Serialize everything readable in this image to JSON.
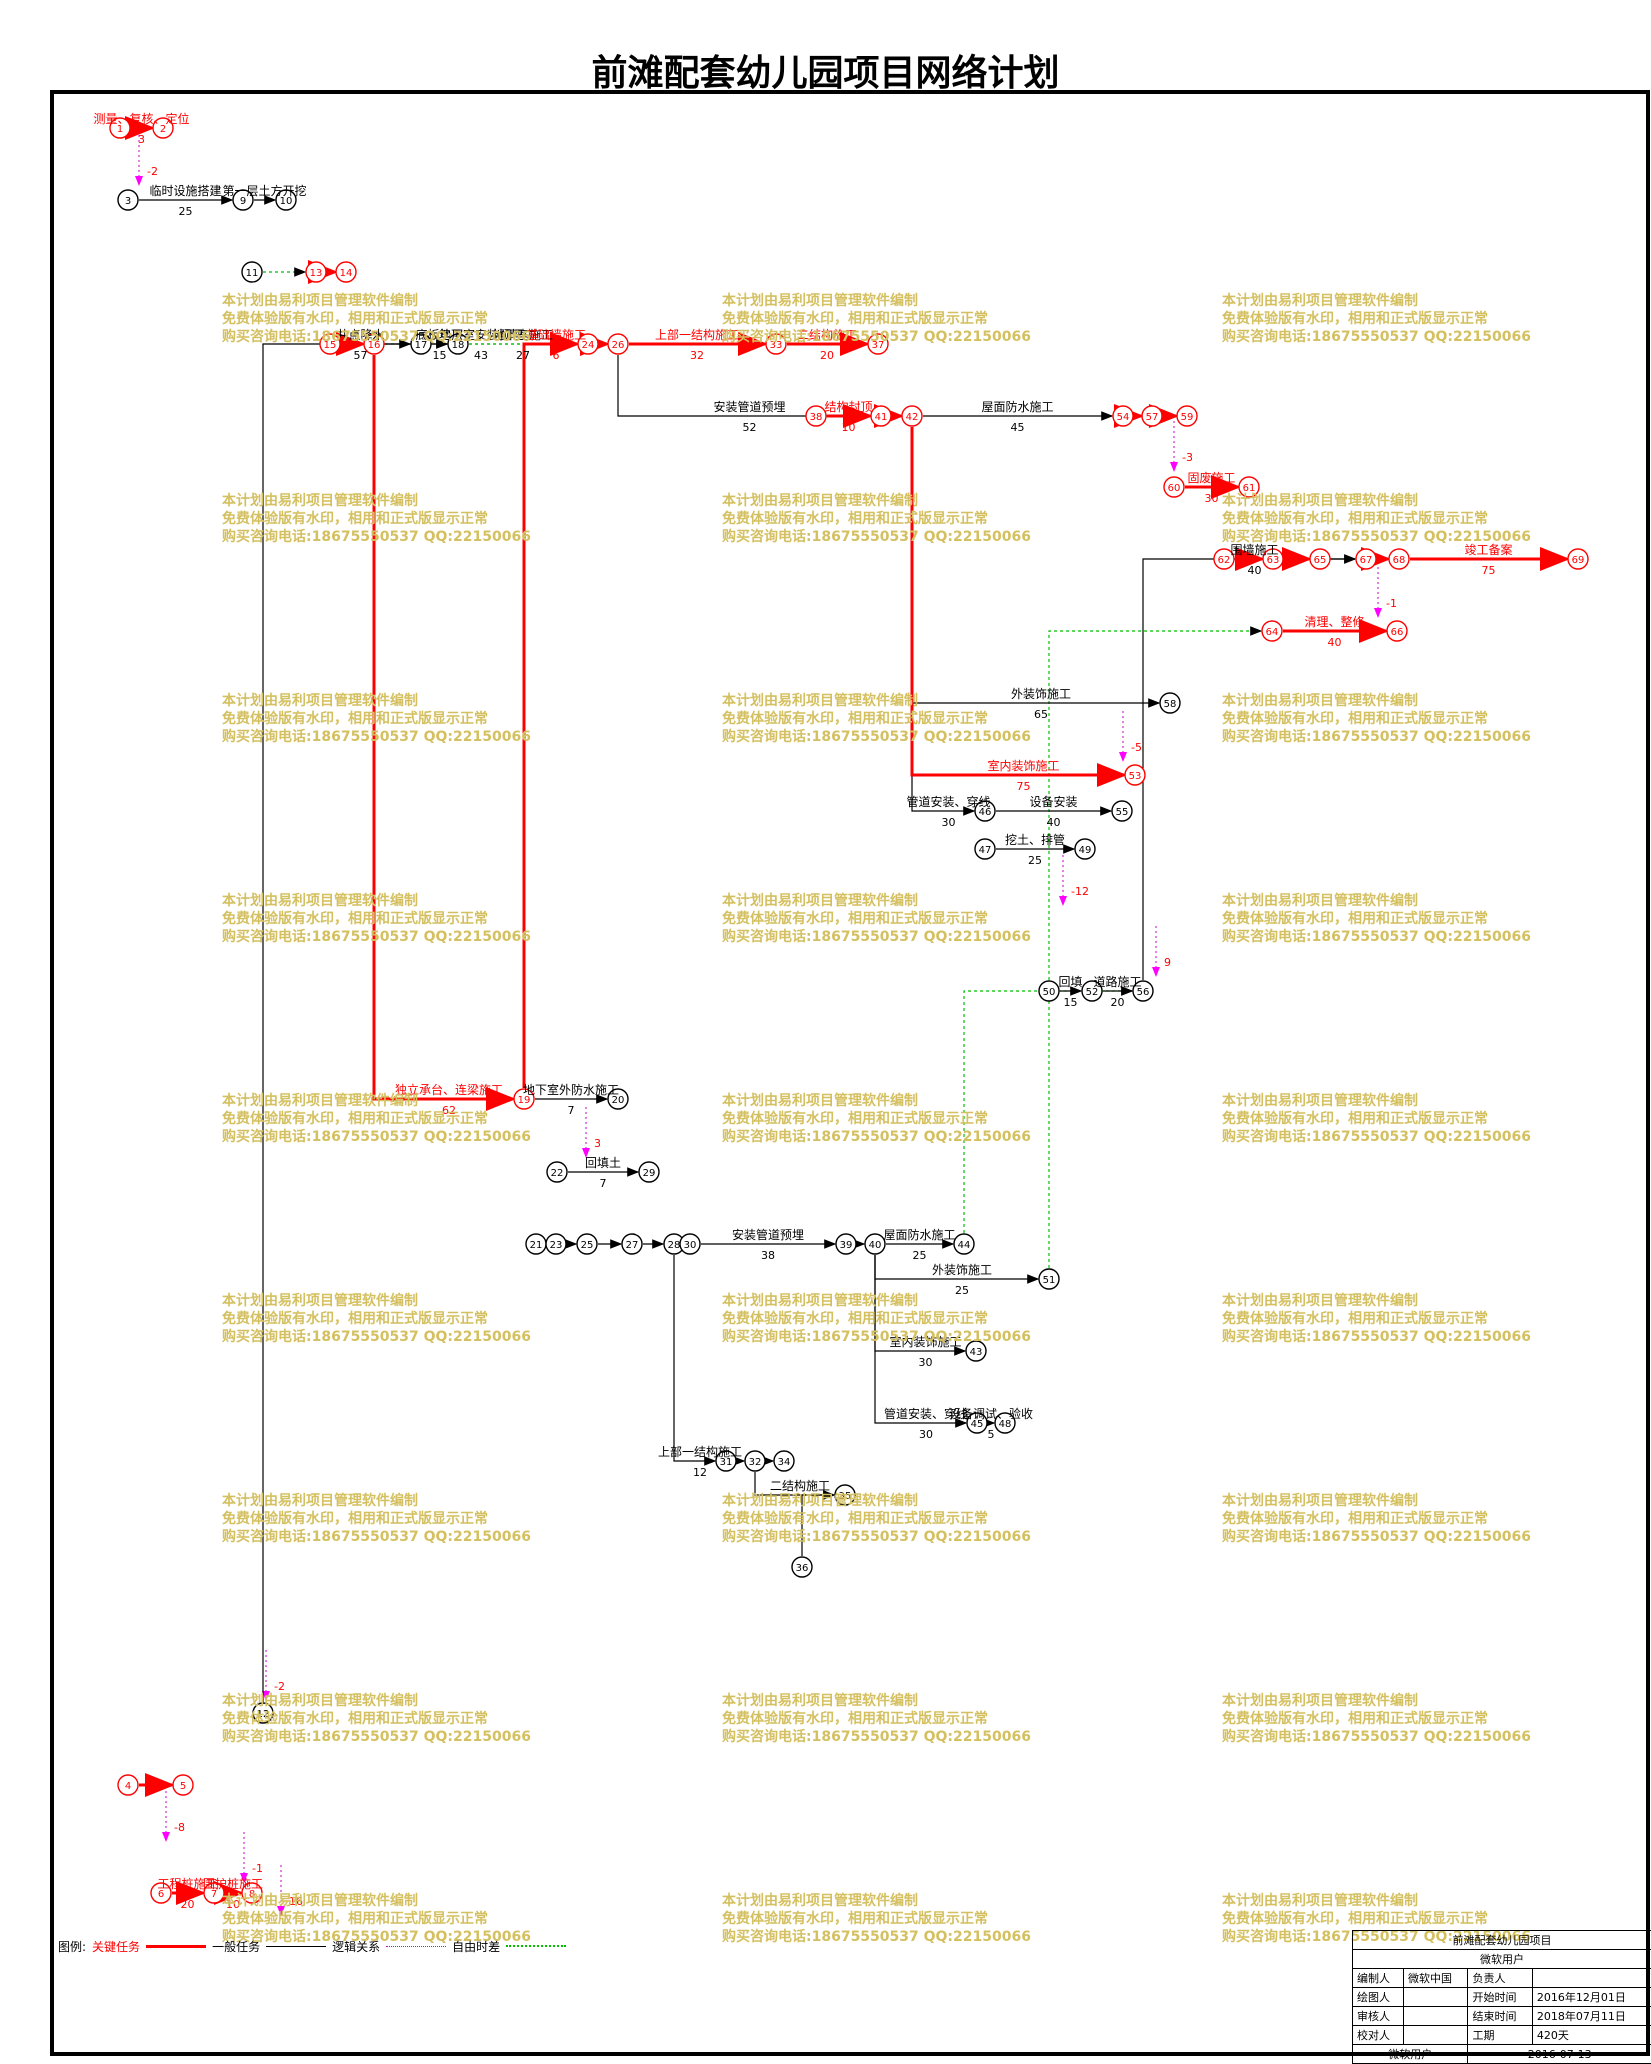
{
  "title": "前滩配套幼儿园项目网络计划",
  "watermark": [
    "本计划由易利项目管理软件编制",
    "免费体验版有水印，相用和正式版显示正常",
    "购买咨询电话:18675550537 QQ:22150066"
  ],
  "colors": {
    "critical": "#ff0000",
    "normal": "#000000",
    "logic": "#cc00cc",
    "float": "#00c000",
    "watermark": "#d4c060"
  },
  "nodes": [
    {
      "id": "1",
      "critical": true
    },
    {
      "id": "2",
      "critical": true
    },
    {
      "id": "3",
      "critical": false
    },
    {
      "id": "9",
      "critical": false
    },
    {
      "id": "10",
      "critical": false
    },
    {
      "id": "11",
      "critical": false
    },
    {
      "id": "13",
      "critical": true
    },
    {
      "id": "14",
      "critical": true
    },
    {
      "id": "15",
      "critical": true
    },
    {
      "id": "16",
      "critical": true
    },
    {
      "id": "17",
      "critical": false
    },
    {
      "id": "18",
      "critical": false
    },
    {
      "id": "24",
      "critical": true
    },
    {
      "id": "26",
      "critical": true
    },
    {
      "id": "33",
      "critical": true
    },
    {
      "id": "37",
      "critical": true
    },
    {
      "id": "38",
      "critical": true
    },
    {
      "id": "41",
      "critical": true
    },
    {
      "id": "42",
      "critical": true
    },
    {
      "id": "54",
      "critical": true
    },
    {
      "id": "57",
      "critical": true
    },
    {
      "id": "59",
      "critical": true
    },
    {
      "id": "60",
      "critical": true
    },
    {
      "id": "61",
      "critical": true
    },
    {
      "id": "62",
      "critical": true
    },
    {
      "id": "63",
      "critical": true
    },
    {
      "id": "65",
      "critical": true
    },
    {
      "id": "67",
      "critical": true
    },
    {
      "id": "68",
      "critical": true
    },
    {
      "id": "69",
      "critical": true
    },
    {
      "id": "64",
      "critical": true
    },
    {
      "id": "66",
      "critical": true
    },
    {
      "id": "58",
      "critical": false
    },
    {
      "id": "53",
      "critical": true
    },
    {
      "id": "46",
      "critical": false
    },
    {
      "id": "55",
      "critical": false
    },
    {
      "id": "47",
      "critical": false
    },
    {
      "id": "49",
      "critical": false
    },
    {
      "id": "50",
      "critical": false
    },
    {
      "id": "52",
      "critical": false
    },
    {
      "id": "56",
      "critical": false
    },
    {
      "id": "19",
      "critical": true
    },
    {
      "id": "20",
      "critical": false
    },
    {
      "id": "22",
      "critical": false
    },
    {
      "id": "29",
      "critical": false
    },
    {
      "id": "21",
      "critical": false
    },
    {
      "id": "23",
      "critical": false
    },
    {
      "id": "25",
      "critical": false
    },
    {
      "id": "27",
      "critical": false
    },
    {
      "id": "28",
      "critical": false
    },
    {
      "id": "30",
      "critical": false
    },
    {
      "id": "39",
      "critical": false
    },
    {
      "id": "40",
      "critical": false
    },
    {
      "id": "44",
      "critical": false
    },
    {
      "id": "51",
      "critical": false
    },
    {
      "id": "43",
      "critical": false
    },
    {
      "id": "45",
      "critical": false
    },
    {
      "id": "48",
      "critical": false
    },
    {
      "id": "31",
      "critical": false
    },
    {
      "id": "32",
      "critical": false
    },
    {
      "id": "34",
      "critical": false
    },
    {
      "id": "35",
      "critical": false
    },
    {
      "id": "36",
      "critical": false
    },
    {
      "id": "12",
      "critical": false
    },
    {
      "id": "4",
      "critical": true
    },
    {
      "id": "5",
      "critical": true
    },
    {
      "id": "6",
      "critical": true
    },
    {
      "id": "7",
      "critical": true
    },
    {
      "id": "8",
      "critical": true
    }
  ],
  "tasks": [
    {
      "name": "测量、复核、定位",
      "duration": "3",
      "critical": true
    },
    {
      "name": "临时设施搭建",
      "duration": "25",
      "critical": false
    },
    {
      "name": "第一层土方开挖",
      "duration": "",
      "critical": false
    },
    {
      "name": "地下室施工",
      "duration": "27",
      "critical": false
    },
    {
      "name": "底板垫层",
      "duration": "15",
      "critical": false
    },
    {
      "name": "上部一结构施工",
      "duration": "32",
      "critical": true
    },
    {
      "name": "二结构施工",
      "duration": "20",
      "critical": true
    },
    {
      "name": "结构封顶",
      "duration": "10",
      "critical": true
    },
    {
      "name": "屋面防水施工",
      "duration": "45",
      "critical": false
    },
    {
      "name": "固废施工",
      "duration": "30",
      "critical": true
    },
    {
      "name": "清理、整修",
      "duration": "40",
      "critical": true
    },
    {
      "name": "竣工备案",
      "duration": "75",
      "critical": true
    },
    {
      "name": "外装饰施工",
      "duration": "65",
      "critical": false
    },
    {
      "name": "室内装饰施工",
      "duration": "75",
      "critical": true
    },
    {
      "name": "管道安装、穿线",
      "duration": "30",
      "critical": false
    },
    {
      "name": "设备安装",
      "duration": "40",
      "critical": false
    },
    {
      "name": "挖土、排管",
      "duration": "25",
      "critical": false
    },
    {
      "name": "回填",
      "duration": "15",
      "critical": false
    },
    {
      "name": "道路施工",
      "duration": "20",
      "critical": false
    },
    {
      "name": "围墙施工",
      "duration": "40",
      "critical": false
    },
    {
      "name": "安装管道预埋",
      "duration": "52",
      "critical": false
    },
    {
      "name": "独立承台、连梁施工",
      "duration": "62",
      "critical": true
    },
    {
      "name": "地下室外防水施工",
      "duration": "7",
      "critical": false
    },
    {
      "name": "回填土",
      "duration": "7",
      "critical": false
    },
    {
      "name": "安装管道预埋",
      "duration": "38",
      "critical": false
    },
    {
      "name": "屋面防水施工",
      "duration": "25",
      "critical": false
    },
    {
      "name": "外装饰施工",
      "duration": "25",
      "critical": false
    },
    {
      "name": "室内装饰施工",
      "duration": "30",
      "critical": false
    },
    {
      "name": "管道安装、穿线",
      "duration": "30",
      "critical": false
    },
    {
      "name": "二结构施工",
      "duration": "",
      "critical": false
    },
    {
      "name": "基础墙施工",
      "duration": "6",
      "critical": true
    },
    {
      "name": "地下室安装预埋",
      "duration": "43",
      "critical": false
    },
    {
      "name": "井点降水",
      "duration": "57",
      "critical": false
    },
    {
      "name": "工程桩施工",
      "duration": "20",
      "critical": true
    },
    {
      "name": "围护桩施工",
      "duration": "10",
      "critical": true
    },
    {
      "name": "设备调试、验收",
      "duration": "5",
      "critical": false
    },
    {
      "name": "上部一结构施工",
      "duration": "12",
      "critical": false
    }
  ],
  "free_float_labels": [
    "-2",
    "3",
    "-5",
    "-12",
    "9",
    "-1",
    "-8",
    "-2",
    "-1",
    "16",
    "-3"
  ],
  "legend": {
    "prefix": "图例:",
    "critical": "关键任务",
    "normal": "一般任务",
    "logic": "逻辑关系",
    "float": "自由时差"
  },
  "info_table": {
    "project": "前滩配套幼儿园项目",
    "company": "微软用户",
    "rows": [
      [
        "编制人",
        "微软中国",
        "负责人",
        ""
      ],
      [
        "绘图人",
        "",
        "开始时间",
        "2016年12月01日"
      ],
      [
        "审核人",
        "",
        "结束时间",
        "2018年07月11日"
      ],
      [
        "校对人",
        "",
        "工期",
        "420天"
      ]
    ],
    "footer_left": "微软用户",
    "footer_right": "2016-07-13"
  }
}
